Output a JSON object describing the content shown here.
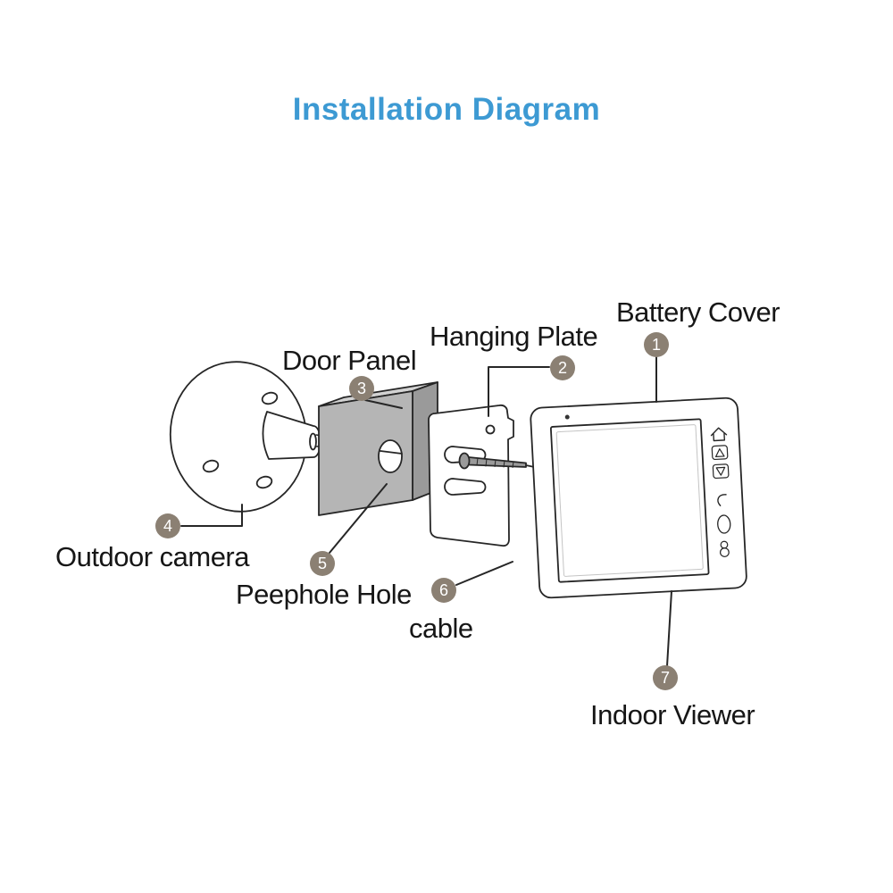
{
  "title": "Installation Diagram",
  "colors": {
    "accent": "#3d9ad3",
    "badge": "#8b8073",
    "ink": "#262626",
    "panel_front": "#b5b5b5",
    "panel_top": "#d2d2d2",
    "panel_side": "#9a9a9a",
    "screw": "#9a9a9a"
  },
  "parts": [
    {
      "num": "1",
      "label": "Battery Cover"
    },
    {
      "num": "2",
      "label": "Hanging Plate"
    },
    {
      "num": "3",
      "label": "Door Panel"
    },
    {
      "num": "4",
      "label": "Outdoor camera"
    },
    {
      "num": "5",
      "label": "Peephole Hole"
    },
    {
      "num": "6",
      "label": "cable"
    },
    {
      "num": "7",
      "label": "Indoor Viewer"
    }
  ],
  "viewer_icons": [
    "home-icon",
    "arrow-up-icon",
    "arrow-down-icon",
    "hook-icon",
    "power-icon",
    "speaker-icon"
  ]
}
